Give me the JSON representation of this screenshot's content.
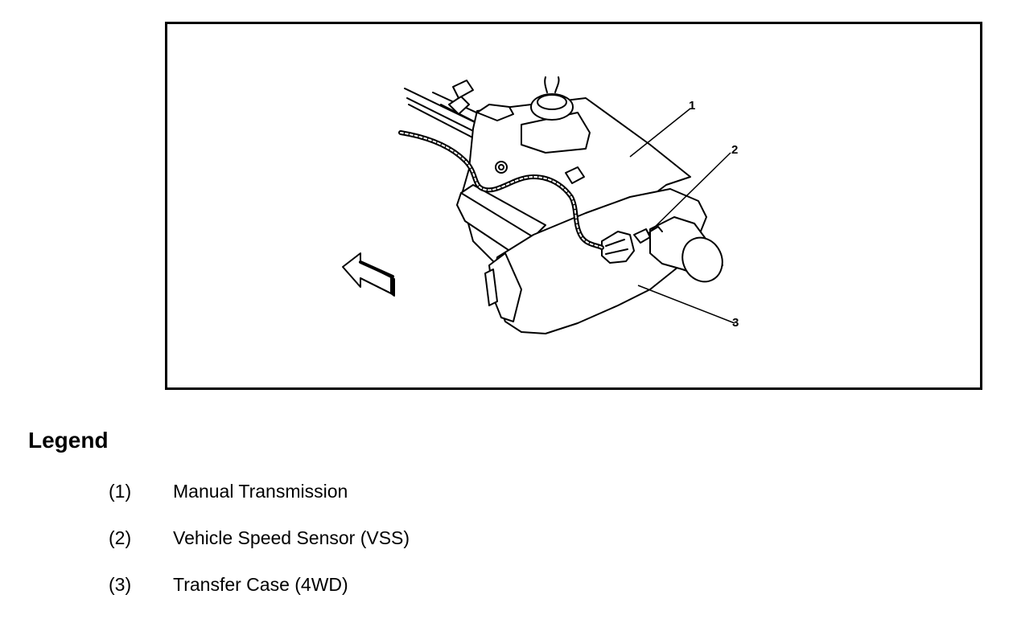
{
  "figure": {
    "callouts": [
      {
        "label": "1"
      },
      {
        "label": "2"
      },
      {
        "label": "3"
      }
    ]
  },
  "legend": {
    "title": "Legend",
    "items": [
      {
        "number": "(1)",
        "text": "Manual Transmission"
      },
      {
        "number": "(2)",
        "text": "Vehicle Speed Sensor (VSS)"
      },
      {
        "number": "(3)",
        "text": "Transfer Case (4WD)"
      }
    ]
  }
}
